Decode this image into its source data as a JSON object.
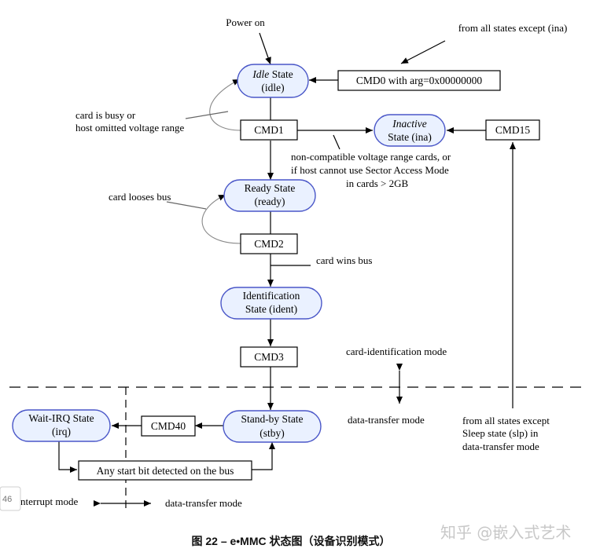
{
  "states": {
    "idle": {
      "line1": "Idle",
      "line1b": " State",
      "line2": "(idle)"
    },
    "inactive": {
      "line1": "Inactive",
      "line2": "State (ina)"
    },
    "ready": {
      "line1": "Ready State",
      "line2": "(ready)"
    },
    "ident": {
      "line1": "Identification",
      "line2": "State (ident)"
    },
    "stby": {
      "line1": "Stand-by State",
      "line2": "(stby)"
    },
    "irq": {
      "line1": "Wait-IRQ State",
      "line2": "(irq)"
    }
  },
  "commands": {
    "cmd0": "CMD0 with arg=0x00000000",
    "cmd1": "CMD1",
    "cmd15": "CMD15",
    "cmd2": "CMD2",
    "cmd3": "CMD3",
    "cmd40": "CMD40",
    "start_bit": "Any start bit detected on the bus"
  },
  "labels": {
    "power_on": "Power on",
    "from_all_states": "from all states except (ina)",
    "busy_line1": "card is busy or",
    "busy_line2": "host omitted voltage range",
    "noncompat_line1": "non-compatible voltage range cards, or",
    "noncompat_line2": "if host cannot use Sector Access Mode",
    "noncompat_line3": "in cards > 2GB",
    "looses_bus": "card looses bus",
    "wins_bus": "card wins bus",
    "card_ident_mode": "card-identification mode",
    "data_transfer_mode": "data-transfer mode",
    "except_sleep_line1": "from all states except",
    "except_sleep_line2": "Sleep state (slp) in",
    "except_sleep_line3": "data-transfer mode",
    "interrupt_mode": "nterrupt mode",
    "data_transfer_mode_bottom": "data-transfer mode"
  },
  "caption": "图 22 – e•MMC 状态图（设备识别模式）",
  "watermark": "知乎 @嵌入式艺术",
  "page_number": "46",
  "colors": {
    "state_fill": "#eaf1ff",
    "state_stroke": "#4a57c8"
  }
}
